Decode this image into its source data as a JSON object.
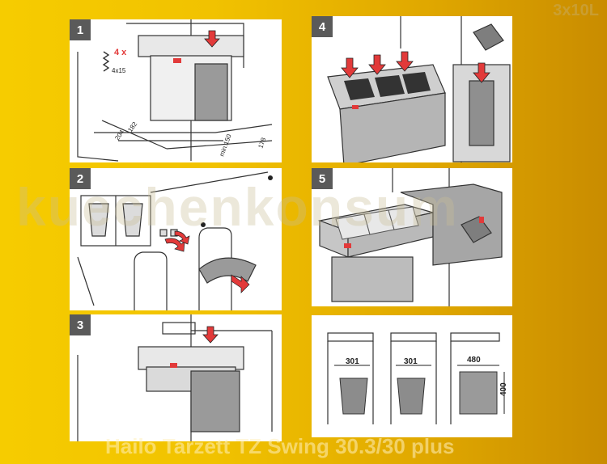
{
  "watermark": {
    "code": "3x10L",
    "site": "kuechenkonsum",
    "product_title": "Hailo Tarzett TZ Swing 30.3/30 plus"
  },
  "steps": [
    {
      "number": "1",
      "screw_qty": "4 x",
      "screw_size": "4x15",
      "dims": {
        "d1": "182",
        "d2": "204",
        "d3": "min.150",
        "d4": "178"
      }
    },
    {
      "number": "2"
    },
    {
      "number": "3"
    },
    {
      "number": "4"
    },
    {
      "number": "5"
    },
    {
      "number": "",
      "dims": {
        "w1": "301",
        "w2": "301",
        "w3": "480",
        "h": "400"
      }
    }
  ],
  "colors": {
    "accent_red": "#e23a3a",
    "background_yellow": "#f2c400"
  }
}
